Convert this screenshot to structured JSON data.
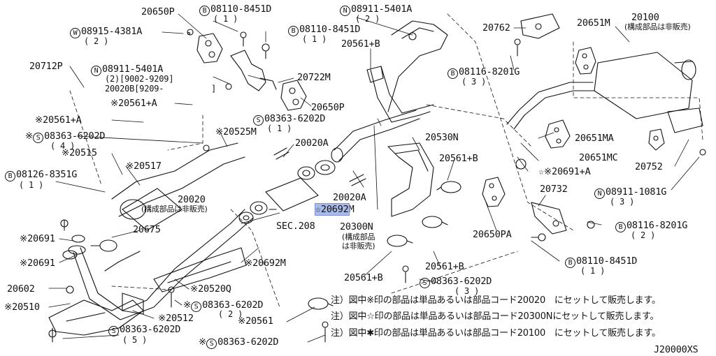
{
  "diagram_code": "J20000XS",
  "labels": {
    "p20650P_top": "20650P",
    "b08110_8451D_a": "08110-8451D",
    "qty1_a": "( 1 )",
    "n08911_5401A_top": "08911-5401A",
    "qty2_top": "( 2 )",
    "w08915_4381A": "08915-4381A",
    "qty2_w": "( 2 )",
    "b08110_8451D_b": "08110-8451D",
    "qty1_b": "( 1 )",
    "p20762": "20762",
    "p20651M": "20651M",
    "p20100": "20100",
    "p20100_note": "(構成部品は非販売)",
    "p20561B_a": "20561+B",
    "p20712P": "20712P",
    "n08911_5401A_mid": "08911-5401A",
    "qty2_range": "(2)[9002-9209]",
    "p20020B": "20020B[9209-",
    "close_bracket": "]",
    "p20722M": "20722M",
    "b08116_8201G_a": "08116-8201G",
    "qty3_a": "( 3 )",
    "p20561A_a": "※20561+A",
    "p20650P_mid": "20650P",
    "s08363_6202D_a": "08363-6202D",
    "qty1_s": "( 1 )",
    "p20561A_b": "※20561+A",
    "p20525M": "※20525M",
    "p20530N": "20530N",
    "p20651MA": "20651MA",
    "s08363_6202D_b_prefix": "※",
    "s08363_6202D_b": "08363-6202D",
    "qty4_s": "( 4 )",
    "p20515": "※20515",
    "p20020A_top": "20020A",
    "p20651MC": "20651MC",
    "p20752": "20752",
    "p20517": "※20517",
    "p20561B_b": "20561+B",
    "p20691A": "☆※20691+A",
    "b08126_8351G": "08126-8351G",
    "qty1_b2": "( 1 )",
    "p20020A_mid": "20020A",
    "p20732": "20732",
    "n08911_1081G": "08911-1081G",
    "qty3_n": "( 3 )",
    "p20020": "20020",
    "p20020_note": "(構成部品は非販売)",
    "p20692M_hl": "☆20692",
    "p20692M_tail": "M",
    "b08116_8201G_b": "08116-8201G",
    "qty2_b": "( 2 )",
    "sec208": "SEC.208",
    "p20675": "20675",
    "p20300N": "20300N",
    "p20300N_note1": "(構成部品",
    "p20300N_note2": "は非販売)",
    "p20650PA": "20650PA",
    "p20691_a": "※20691",
    "p20691_b": "※20691",
    "p20692M_b": "※20692M",
    "b08110_8451D_c": "08110-8451D",
    "qty1_c": "( 1 )",
    "p20561B_c": "20561+B",
    "p20561B_d": "20561+B",
    "s08363_6202D_c": "08363-6202D",
    "qty3_c": "( 3 )",
    "p20602": "20602",
    "p20520Q": "※20520Q",
    "s08363_6202D_d_prefix": "※",
    "s08363_6202D_d": "08363-6202D",
    "qty2_d": "( 2 )",
    "p20510": "※20510",
    "p20512": "※20512",
    "p20561_e": "※20561",
    "s08363_6202D_e": "08363-6202D",
    "qty5_e": "( 5 )",
    "s08363_6202D_f_prefix": "※",
    "s08363_6202D_f": "08363-6202D"
  },
  "circle_letters": {
    "B": "B",
    "N": "N",
    "W": "W",
    "S": "S"
  },
  "notes": [
    "注）図中※印の部品は単品あるいは部品コード20020　にセットして販売します。",
    "注）図中☆印の部品は単品あるいは部品コード20300Nにセットして販売します。",
    "注）図中✱印の部品は単品あるいは部品コード20100　にセットして販売します。"
  ],
  "highlight_color": "#a9b9ea"
}
